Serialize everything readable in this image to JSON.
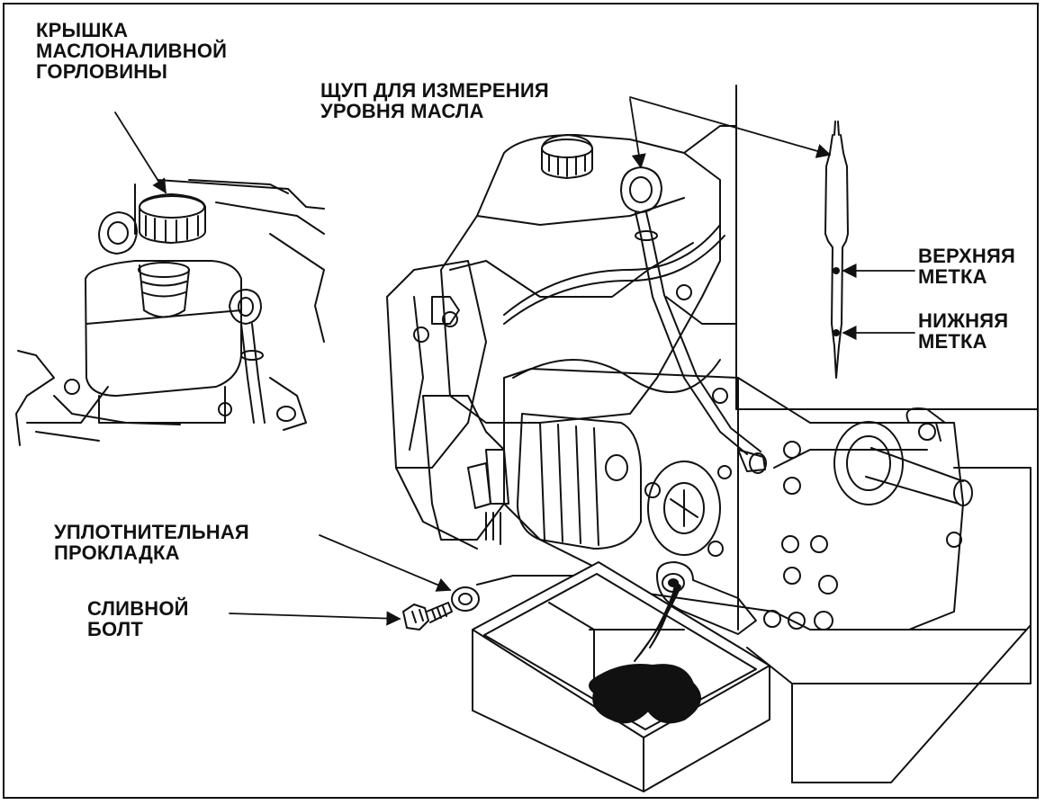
{
  "labels": {
    "filler_cap": "КРЫШКА\nМАСЛОНАЛИВНОЙ\nГОРЛОВИНЫ",
    "dipstick": "ЩУП ДЛЯ ИЗМЕРЕНИЯ\nУРОВНЯ МАСЛА",
    "upper_mark": "ВЕРХНЯЯ\nМЕТКА",
    "lower_mark": "НИЖНЯЯ\nМЕТКА",
    "gasket": "УПЛОТНИТЕЛЬНАЯ\nПРОКЛАДКА",
    "drain_bolt": "СЛИВНОЙ\nБОЛТ"
  }
}
